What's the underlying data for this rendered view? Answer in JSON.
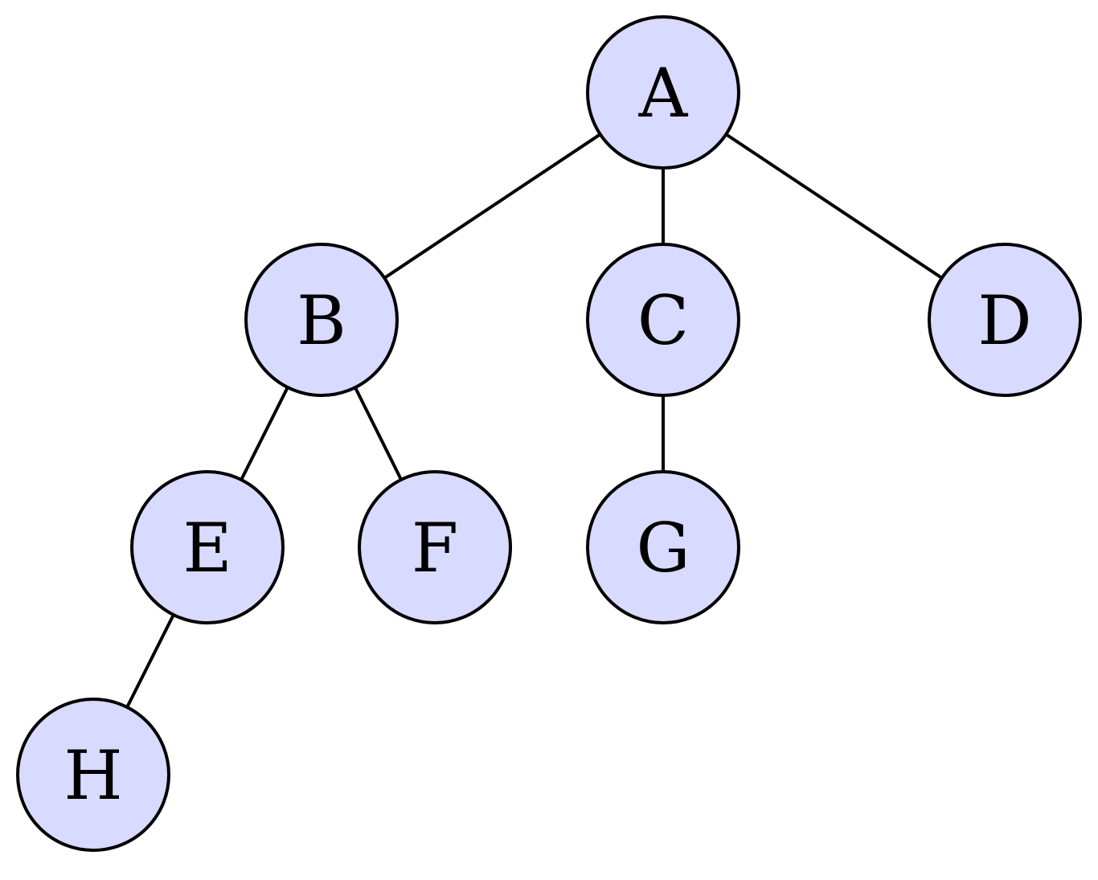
{
  "colors": {
    "node_fill": "#d9daff",
    "node_stroke": "#000000",
    "edge_stroke": "#000000",
    "label": "#000000"
  },
  "tree": {
    "nodes": [
      {
        "id": "A",
        "label": "A"
      },
      {
        "id": "B",
        "label": "B"
      },
      {
        "id": "C",
        "label": "C"
      },
      {
        "id": "D",
        "label": "D"
      },
      {
        "id": "E",
        "label": "E"
      },
      {
        "id": "F",
        "label": "F"
      },
      {
        "id": "G",
        "label": "G"
      },
      {
        "id": "H",
        "label": "H"
      }
    ],
    "edges": [
      {
        "from": "A",
        "to": "B"
      },
      {
        "from": "A",
        "to": "C"
      },
      {
        "from": "A",
        "to": "D"
      },
      {
        "from": "B",
        "to": "E"
      },
      {
        "from": "B",
        "to": "F"
      },
      {
        "from": "C",
        "to": "G"
      },
      {
        "from": "E",
        "to": "H"
      }
    ]
  }
}
